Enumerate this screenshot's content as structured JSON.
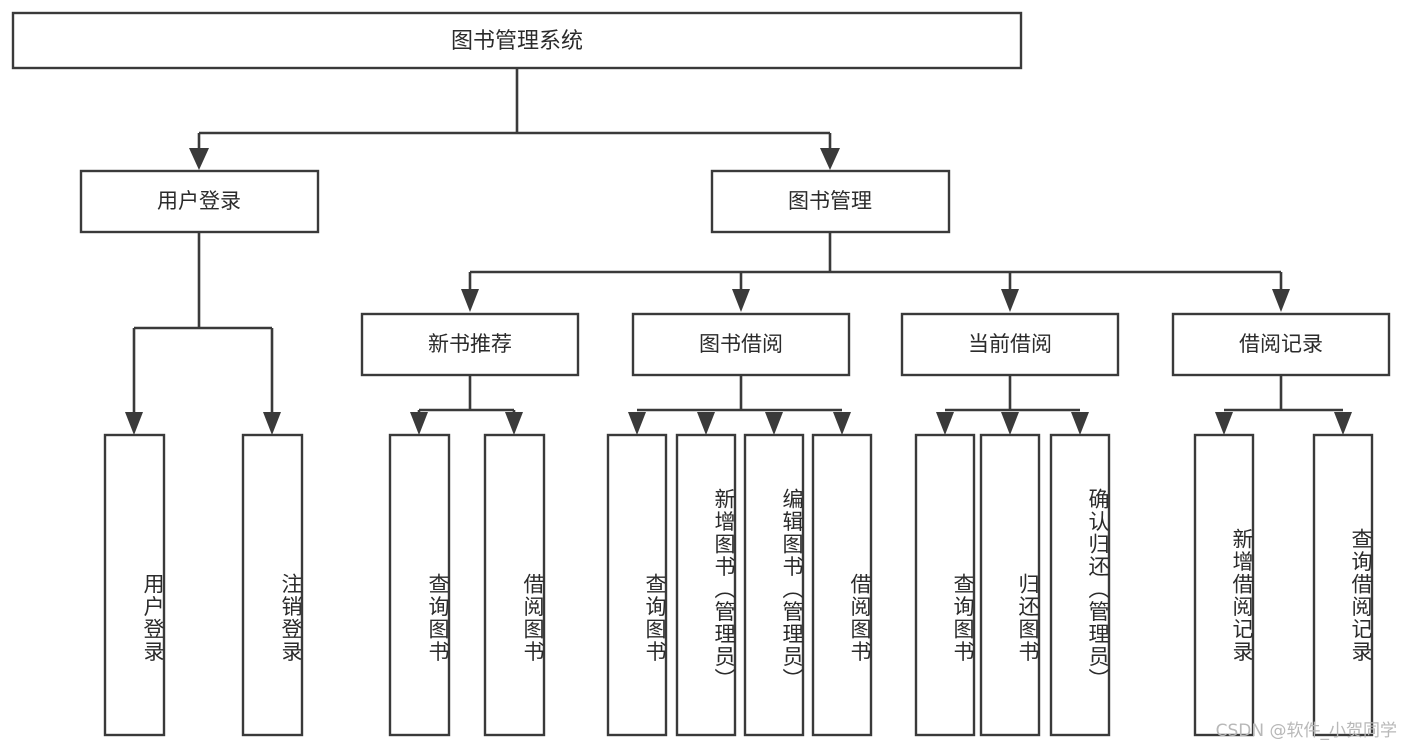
{
  "diagram": {
    "title_node": {
      "label": "图书管理系统"
    },
    "level1": [
      {
        "id": "user-login",
        "label": "用户登录"
      },
      {
        "id": "book-manage",
        "label": "图书管理"
      }
    ],
    "level2": [
      {
        "id": "new-book-recommend",
        "label": "新书推荐"
      },
      {
        "id": "book-borrow",
        "label": "图书借阅"
      },
      {
        "id": "current-borrow",
        "label": "当前借阅"
      },
      {
        "id": "borrow-record",
        "label": "借阅记录"
      }
    ],
    "leaves": [
      {
        "id": "leaf-user-login",
        "label": "用户登录"
      },
      {
        "id": "leaf-logout",
        "label": "注销登录"
      },
      {
        "id": "leaf-query-book-1",
        "label": "查询图书"
      },
      {
        "id": "leaf-borrow-book-1",
        "label": "借阅图书"
      },
      {
        "id": "leaf-query-book-2",
        "label": "查询图书"
      },
      {
        "id": "leaf-add-book-admin",
        "label": "新增图书（管理员）"
      },
      {
        "id": "leaf-edit-book-admin",
        "label": "编辑图书（管理员）"
      },
      {
        "id": "leaf-borrow-book-2",
        "label": "借阅图书"
      },
      {
        "id": "leaf-query-book-3",
        "label": "查询图书"
      },
      {
        "id": "leaf-return-book",
        "label": "归还图书"
      },
      {
        "id": "leaf-confirm-return",
        "label": "确认归还（管理员）"
      },
      {
        "id": "leaf-add-record",
        "label": "新增借阅记录"
      },
      {
        "id": "leaf-query-record",
        "label": "查询借阅记录"
      }
    ],
    "colors": {
      "stroke": "#3a3a3a",
      "box_fill": "#ffffff",
      "text": "#2b2b2b",
      "background": "#ffffff",
      "watermark": "#b8b8b8"
    }
  },
  "watermark": {
    "text": "CSDN @软件_小贺同学"
  }
}
